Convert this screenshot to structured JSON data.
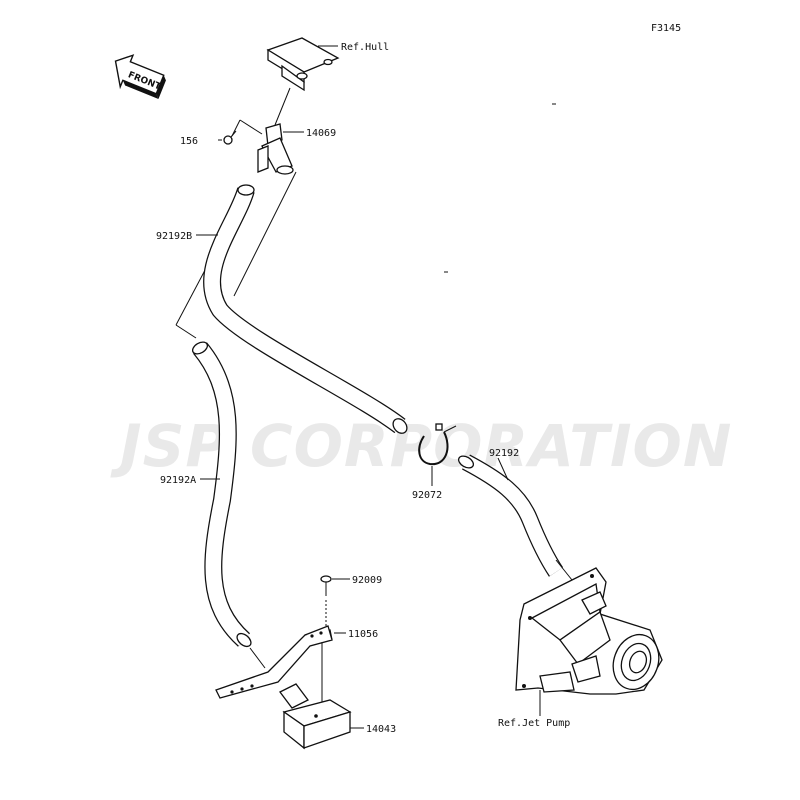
{
  "figure_code": "F3145",
  "watermark": "JSP CORPORATION",
  "front_badge": "FRONT",
  "callouts": {
    "ref_hull": "Ref.Hull",
    "p14069": "14069",
    "p156": "156",
    "p92192B": "92192B",
    "p92192A": "92192A",
    "p92072": "92072",
    "p92192": "92192",
    "p92009": "92009",
    "p11056": "11056",
    "p14043": "14043",
    "ref_jet_pump": "Ref.Jet Pump"
  },
  "colors": {
    "ink": "#111111",
    "watermark": "#e9e9e9",
    "background": "#ffffff"
  },
  "icons": [
    "front-arrow-icon"
  ]
}
